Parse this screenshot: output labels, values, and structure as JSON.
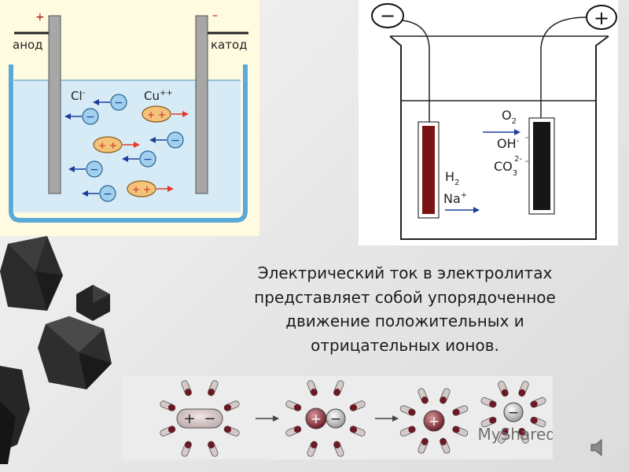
{
  "left_diagram": {
    "plus_sign": "+",
    "minus_sign": "–",
    "anode_label": "анод",
    "cathode_label": "катод",
    "chloride_symbol": "Cl",
    "chloride_charge": "-",
    "copper_symbol": "Cu",
    "copper_charge": "++",
    "anion_sign": "−",
    "cation_sign": "+ +"
  },
  "right_diagram": {
    "minus_terminal": "−",
    "plus_terminal": "+",
    "oxygen": "O",
    "oxygen_sub": "2",
    "hydroxide": "OH",
    "hydroxide_charge": "-",
    "carbonate": "CO",
    "carbonate_sub": "3",
    "carbonate_charge": "2-",
    "hydrogen": "H",
    "hydrogen_sub": "2",
    "sodium": "Na",
    "sodium_charge": "+"
  },
  "caption": {
    "line1": "Электрический ток в электролитах",
    "line2": "представляет  собой упорядоченное",
    "line3": "движение положительных и",
    "line4": "отрицательных ионов."
  },
  "dissociation": {
    "plus": "+",
    "minus": "−"
  },
  "watermark": "MyShared",
  "colors": {
    "electrolyte": "#d6ebf6",
    "vessel": "#5aa9d8",
    "electrode": "#a7a7a7",
    "anion_fill": "#9fd0ee",
    "cation_fill": "#f5c27a",
    "anion_arrow": "#1c3f9b",
    "cation_arrow": "#e23b2e",
    "cathode_plate": "#7a1414",
    "anode_plate": "#161616"
  }
}
